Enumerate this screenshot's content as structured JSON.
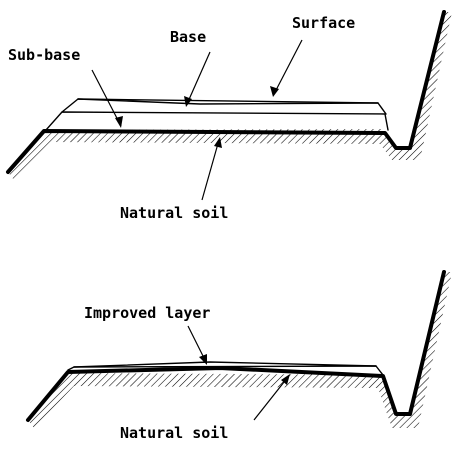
{
  "top_section": {
    "labels": {
      "sub_base": "Sub-base",
      "base": "Base",
      "surface": "Surface",
      "natural_soil": "Natural soil"
    }
  },
  "bottom_section": {
    "labels": {
      "improved_layer": "Improved layer",
      "natural_soil": "Natural soil"
    }
  },
  "colors": {
    "ink": "#000000",
    "paper": "#ffffff"
  }
}
